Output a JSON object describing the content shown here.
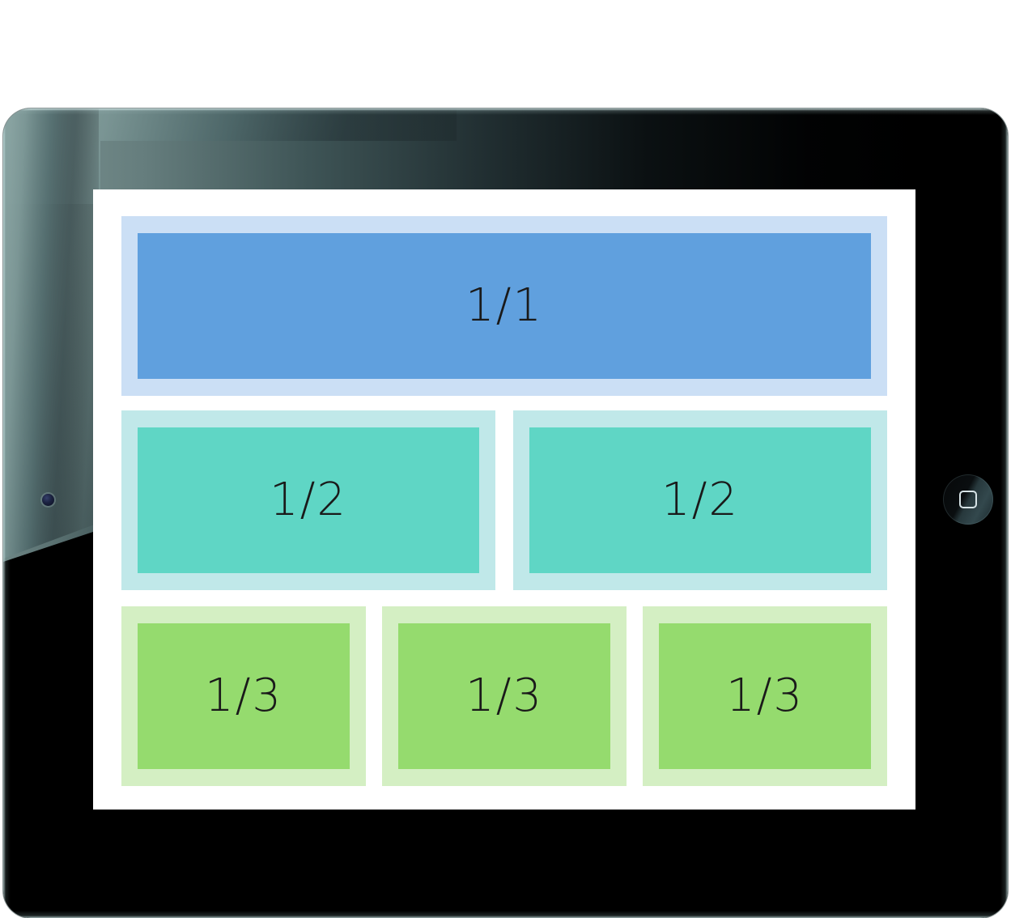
{
  "device": {
    "name": "tablet",
    "orientation": "landscape",
    "bezel_color": "#000000",
    "camera_icon": "camera-dot-icon",
    "home_button_icon": "home-button-icon"
  },
  "screen": {
    "background_color": "#ffffff"
  },
  "colors": {
    "blue_fill": "#60a0de",
    "blue_track": "#cbdff5",
    "teal_fill": "#5fd6c5",
    "teal_track": "#c0e8e9",
    "green_fill": "#95db6e",
    "green_track": "#d4efc3",
    "label_color": "#1a1a1a"
  },
  "grid": {
    "rows": [
      {
        "id": "row-full",
        "theme": "blue",
        "columns": [
          {
            "label": "1/1"
          }
        ]
      },
      {
        "id": "row-halves",
        "theme": "teal",
        "columns": [
          {
            "label": "1/2"
          },
          {
            "label": "1/2"
          }
        ]
      },
      {
        "id": "row-thirds",
        "theme": "green",
        "columns": [
          {
            "label": "1/3"
          },
          {
            "label": "1/3"
          },
          {
            "label": "1/3"
          }
        ]
      }
    ]
  }
}
